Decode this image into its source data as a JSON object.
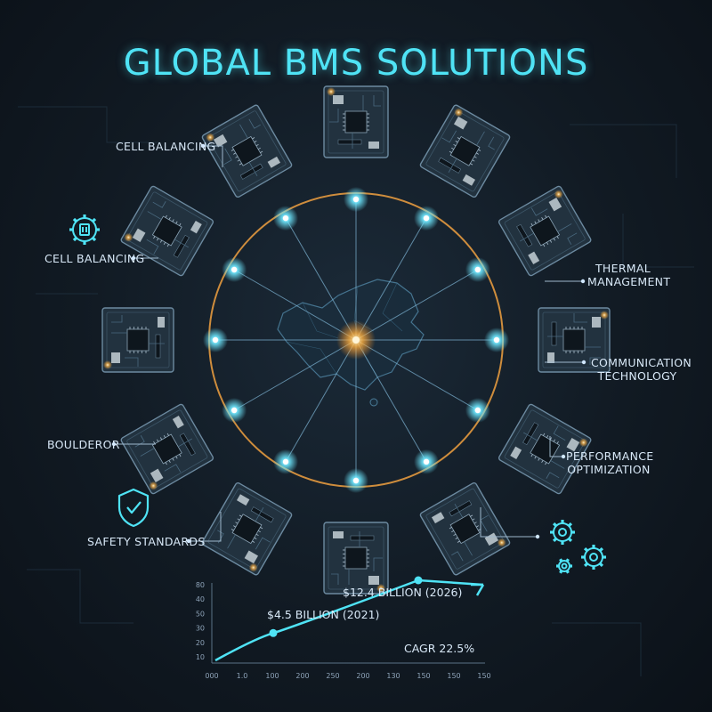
{
  "title": "GLOBAL BMS SOLUTIONS",
  "labels": {
    "cell_balancing_top": "CELL BALANCING",
    "cell_balancing_left": "CELL BALANCING",
    "boulderor": "BOULDEROR",
    "safety_standards": "SAFETY STANDARDS",
    "thermal_line1": "THERMAL",
    "thermal_line2": "MANAGEMENT",
    "communication_line1": "COMMUNICATION",
    "communication_line2": "TECHNOLOGY",
    "performance_line1": "PERFORMANCE",
    "performance_line2": "OPTIMIZATION"
  },
  "icons": [
    "gear-chip-icon",
    "shield-check-icon",
    "gears-icon"
  ],
  "colors": {
    "accent": "#4fe3f5",
    "ring": "#f0a040",
    "board": "#243544",
    "node": "#6ee8ff"
  },
  "chart_data": {
    "type": "line",
    "x_ticks": [
      "000",
      "1.0",
      "100",
      "200",
      "250",
      "200",
      "130",
      "150",
      "150",
      "150"
    ],
    "y_ticks": [
      "80",
      "40",
      "50",
      "30",
      "20",
      "10"
    ],
    "points": [
      {
        "label": "$4.5 BILLION (2021)",
        "value": 4.5
      },
      {
        "label": "$12.4 BILLION (2026)",
        "value": 12.4
      }
    ],
    "annotation": "CAGR 22.5%"
  }
}
